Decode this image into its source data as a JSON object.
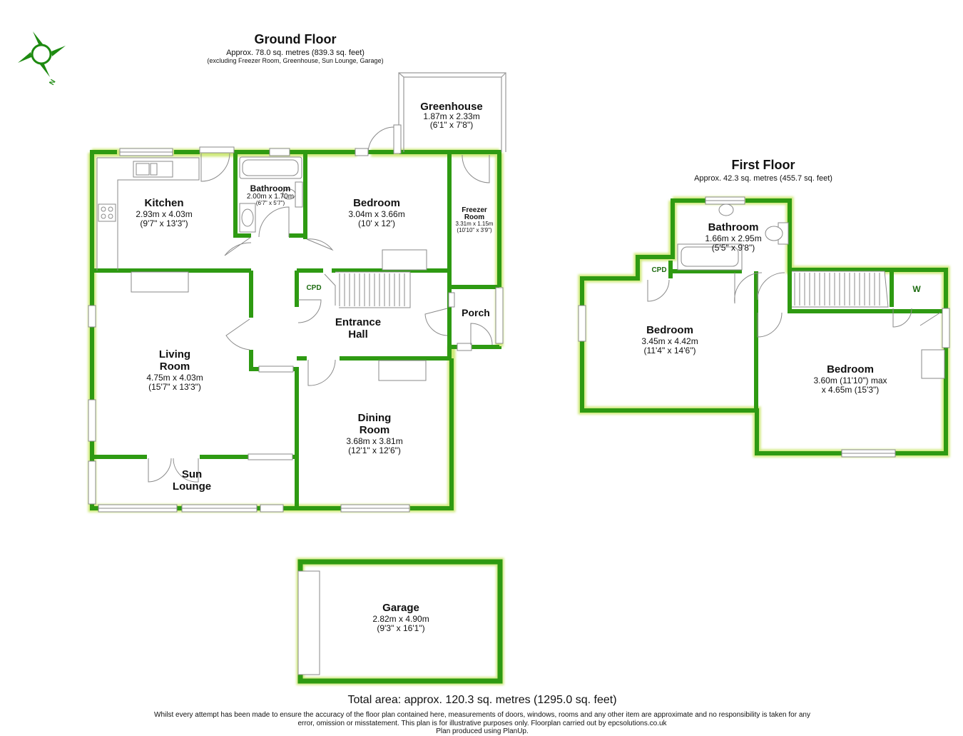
{
  "ground_floor": {
    "title": "Ground Floor",
    "area": "Approx. 78.0 sq. metres (839.3 sq. feet)",
    "note": "(excluding Freezer Room, Greenhouse, Sun Lounge, Garage)"
  },
  "first_floor": {
    "title": "First Floor",
    "area": "Approx. 42.3 sq. metres (455.7 sq. feet)"
  },
  "compass": {
    "label": "N",
    "icon": "compass-icon"
  },
  "rooms": {
    "greenhouse": {
      "name": "Greenhouse",
      "metric": "1.87m x 2.33m",
      "imperial": "(6'1\" x 7'8\")"
    },
    "kitchen": {
      "name": "Kitchen",
      "metric": "2.93m x 4.03m",
      "imperial": "(9'7\" x 13'3\")"
    },
    "bathroom_gf": {
      "name": "Bathroom",
      "metric": "2.00m x 1.70m",
      "imperial": "(6'7\" x 5'7\")"
    },
    "bedroom_gf": {
      "name": "Bedroom",
      "metric": "3.04m x 3.66m",
      "imperial": "(10' x 12')"
    },
    "freezer": {
      "name_1": "Freezer",
      "name_2": "Room",
      "metric": "3.31m x 1.15m",
      "imperial": "(10'10\" x 3'9\")"
    },
    "cpd_gf": {
      "name": "CPD"
    },
    "entrance": {
      "name_1": "Entrance",
      "name_2": "Hall"
    },
    "porch": {
      "name": "Porch"
    },
    "living": {
      "name_1": "Living",
      "name_2": "Room",
      "metric": "4.75m x 4.03m",
      "imperial": "(15'7\" x 13'3\")"
    },
    "dining": {
      "name_1": "Dining",
      "name_2": "Room",
      "metric": "3.68m x 3.81m",
      "imperial": "(12'1\" x 12'6\")"
    },
    "sun": {
      "name_1": "Sun",
      "name_2": "Lounge"
    },
    "garage": {
      "name": "Garage",
      "metric": "2.82m x 4.90m",
      "imperial": "(9'3\" x 16'1\")"
    },
    "bathroom_ff": {
      "name": "Bathroom",
      "metric": "1.66m x 2.95m",
      "imperial": "(5'5\" x 9'8\")"
    },
    "cpd_ff": {
      "name": "CPD"
    },
    "w_ff": {
      "name": "W"
    },
    "bedroom_ff1": {
      "name": "Bedroom",
      "metric": "3.45m x 4.42m",
      "imperial": "(11'4\" x 14'6\")"
    },
    "bedroom_ff2": {
      "name": "Bedroom",
      "metric": "3.60m (11'10\") max",
      "imperial": "x 4.65m (15'3\")"
    }
  },
  "footer": {
    "total": "Total area: approx. 120.3 sq. metres (1295.0 sq. feet)",
    "disclaimer_1": "Whilst every attempt has been made to ensure the accuracy of the floor plan contained here, measurements of doors, windows, rooms and any other item are approximate and no responsibility is taken for any",
    "disclaimer_2": "error, omission or misstatement. This plan is for illustrative purposes only. Floorplan carried out by epcsolutions.co.uk",
    "disclaimer_3": "Plan produced using PlanUp."
  },
  "colors": {
    "wall": "#2e9a12",
    "wall_dark": "#1c6e08",
    "glow": "#c8e86a",
    "fixture": "#888888"
  }
}
